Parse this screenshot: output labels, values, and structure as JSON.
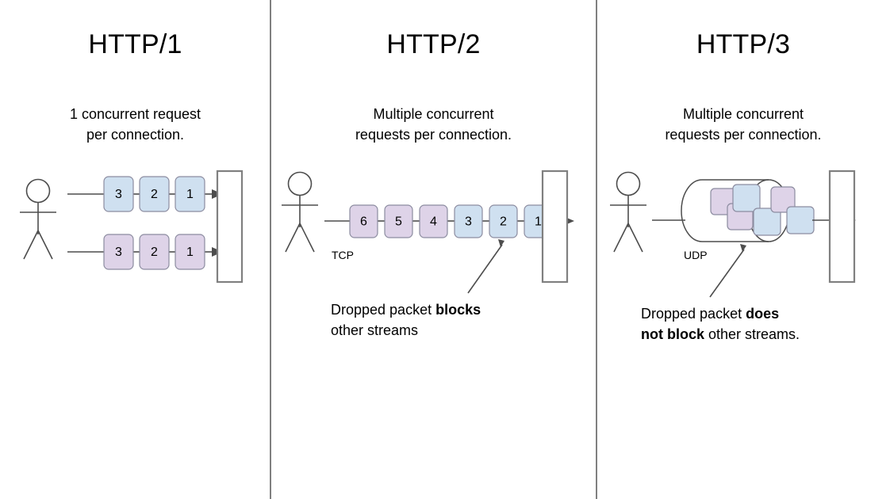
{
  "diagram": {
    "title_semantic": "HTTP versions concurrency comparison",
    "colors": {
      "packet_blue": "#cfe0f0",
      "packet_purple": "#ded3e8",
      "packet_border": "#8c8ca0",
      "line": "#4d4d4d",
      "divider": "#808080",
      "server_border": "#808080",
      "background": "#ffffff"
    }
  },
  "panels": [
    {
      "id": "http1",
      "title": "HTTP/1",
      "subtitle": "1 concurrent request\nper connection.",
      "subtitle_line1": "1 concurrent request",
      "subtitle_line2": "per connection.",
      "protocol_label": "",
      "caption": "",
      "streams": [
        {
          "name": "stream-blue",
          "color": "blue",
          "packets": [
            "3",
            "2",
            "1"
          ]
        },
        {
          "name": "stream-purple",
          "color": "purple",
          "packets": [
            "3",
            "2",
            "1"
          ]
        }
      ]
    },
    {
      "id": "http2",
      "title": "HTTP/2",
      "subtitle_line1": "Multiple concurrent",
      "subtitle_line2": "requests per connection.",
      "protocol_label": "TCP",
      "caption_line1_plain": "Dropped packet ",
      "caption_line1_bold": "blocks",
      "caption_line2_plain": "other streams",
      "caption_line2_bold": "",
      "annotation_target": "packet-2",
      "streams": [
        {
          "name": "tcp-single-connection",
          "packets": [
            {
              "label": "6",
              "color": "purple"
            },
            {
              "label": "5",
              "color": "purple"
            },
            {
              "label": "4",
              "color": "purple"
            },
            {
              "label": "3",
              "color": "blue"
            },
            {
              "label": "2",
              "color": "blue"
            },
            {
              "label": "1",
              "color": "blue"
            }
          ]
        }
      ]
    },
    {
      "id": "http3",
      "title": "HTTP/3",
      "subtitle_line1": "Multiple concurrent",
      "subtitle_line2": "requests per connection.",
      "protocol_label": "UDP",
      "caption_line1_plain": "Dropped packet ",
      "caption_line1_bold": "does",
      "caption_line2_bold": "not block",
      "caption_line2_plain": " other streams.",
      "annotation_target": "packet-bottom-center",
      "packets": [
        {
          "name": "packet-a",
          "color": "purple"
        },
        {
          "name": "packet-b",
          "color": "blue"
        },
        {
          "name": "packet-c",
          "color": "purple"
        },
        {
          "name": "packet-d",
          "color": "purple"
        },
        {
          "name": "packet-e",
          "color": "blue"
        },
        {
          "name": "packet-f",
          "color": "blue"
        }
      ]
    }
  ]
}
